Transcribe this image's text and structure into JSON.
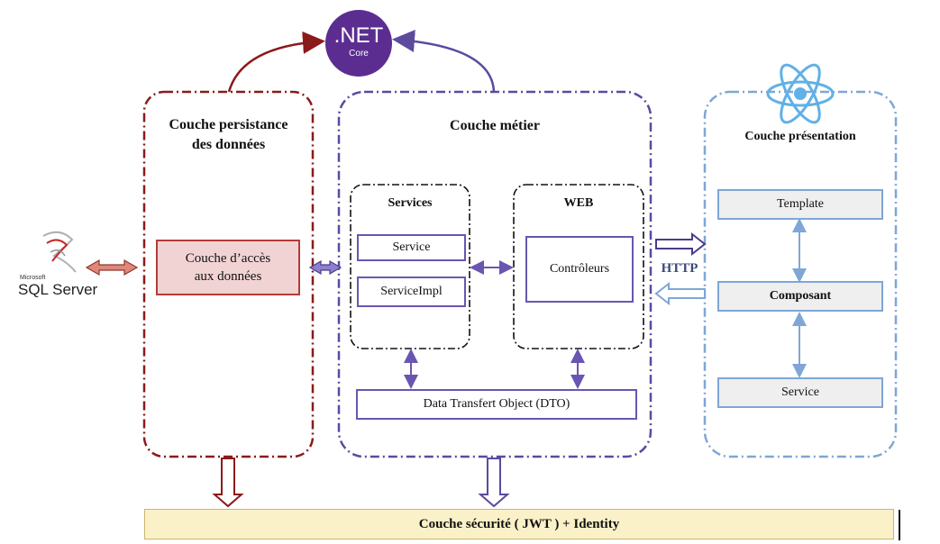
{
  "logos": {
    "dotnet": {
      "main": ".NET",
      "sub": "Core",
      "color": "#5c2d91"
    },
    "sql_server": {
      "small": "Microsoft",
      "main": "SQL Server"
    }
  },
  "layers": {
    "persistence": {
      "title_line1": "Couche persistance",
      "title_line2": "des données",
      "color": "#8b1a1a"
    },
    "business": {
      "title": "Couche métier",
      "color": "#5b4a9e"
    },
    "presentation": {
      "title": "Couche présentation",
      "color": "#7fa6d6"
    }
  },
  "persistence_box": {
    "line1": "Couche d’accès",
    "line2": "aux données",
    "fill": "#f2d3d3",
    "border": "#b33b3b"
  },
  "services_group": {
    "title": "Services",
    "items": [
      "Service",
      "ServiceImpl"
    ]
  },
  "web_group": {
    "title": "WEB",
    "controllers": "Contrôleurs"
  },
  "dto": {
    "label": "Data Transfert Object (DTO)"
  },
  "http_label": "HTTP",
  "presentation_items": [
    "Template",
    "Composant",
    "Service"
  ],
  "security": {
    "label": "Couche sécurité ( JWT ) + Identity",
    "fill": "#fbf1c8",
    "border": "#c9b76a"
  }
}
